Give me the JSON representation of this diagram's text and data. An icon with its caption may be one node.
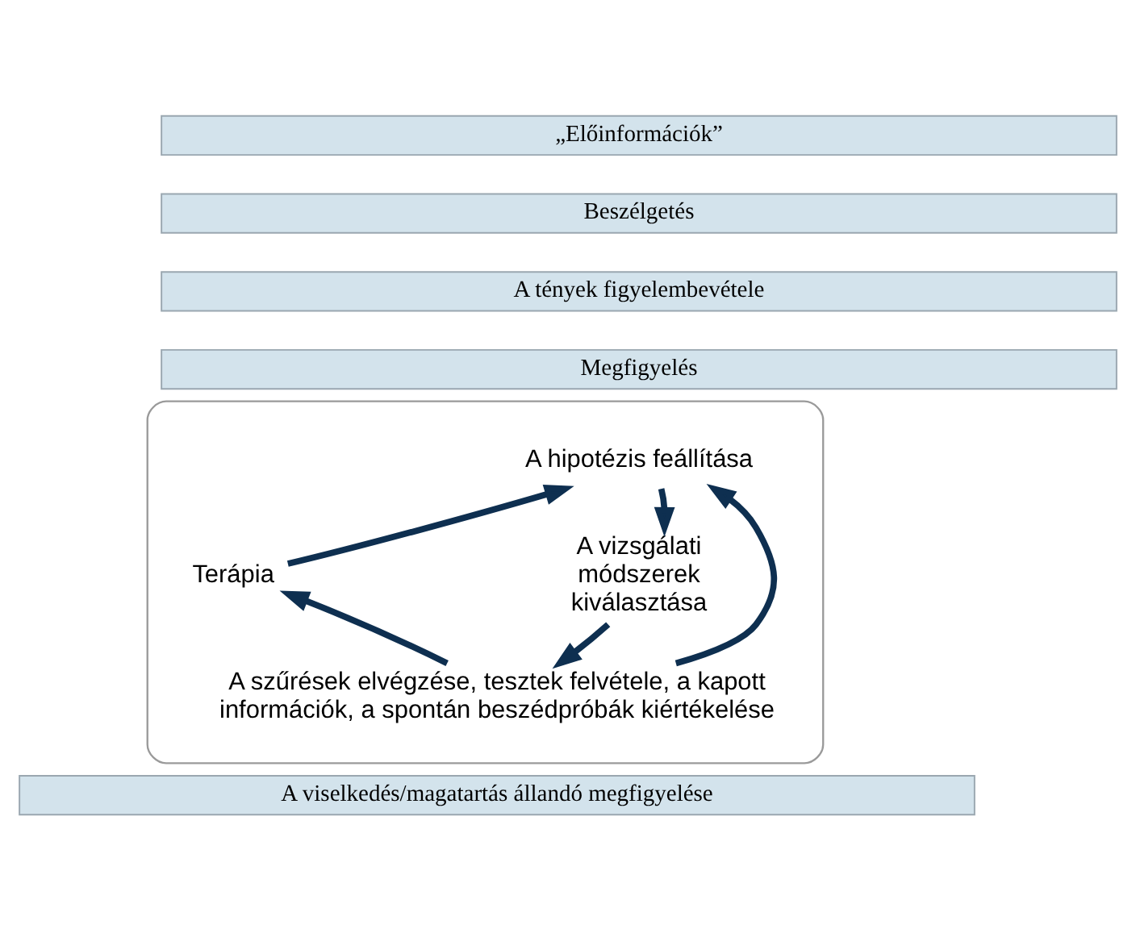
{
  "diagram": {
    "nodes": [
      {
        "text": [
          "„Előinformációk”"
        ]
      },
      {
        "text": [
          "Beszélgetés"
        ]
      },
      {
        "text": [
          "A tények figyelembevétele"
        ]
      },
      {
        "text": [
          "Megfigyelés"
        ]
      },
      {
        "text": [],
        "shape": "box"
      },
      {
        "text": [
          "A hipotézis feállítása"
        ],
        "in": 4
      },
      {
        "text": [
          "Terápia"
        ],
        "in": 4
      },
      {
        "text": [
          "A vizsgálati módszerek kiválasztása"
        ],
        "in": 4
      },
      {
        "text": [
          "A szűrések elvégzése, tesztek felvétele, a kapott információk, a spontán beszédpróbák kiértékelése"
        ],
        "in": 4
      },
      {
        "text": [
          "A viselkedés/magatartás állandó megfigyelése"
        ]
      }
    ],
    "edges": [
      {
        "from": 6,
        "to": 5,
        "arrow": "to"
      },
      {
        "from": 5,
        "to": 7,
        "arrow": "to"
      },
      {
        "from": 7,
        "to": 8,
        "arrow": "to"
      },
      {
        "from": 8,
        "to": 6,
        "arrow": "to"
      },
      {
        "from": 8,
        "to": 5,
        "arrow": "to"
      }
    ]
  }
}
